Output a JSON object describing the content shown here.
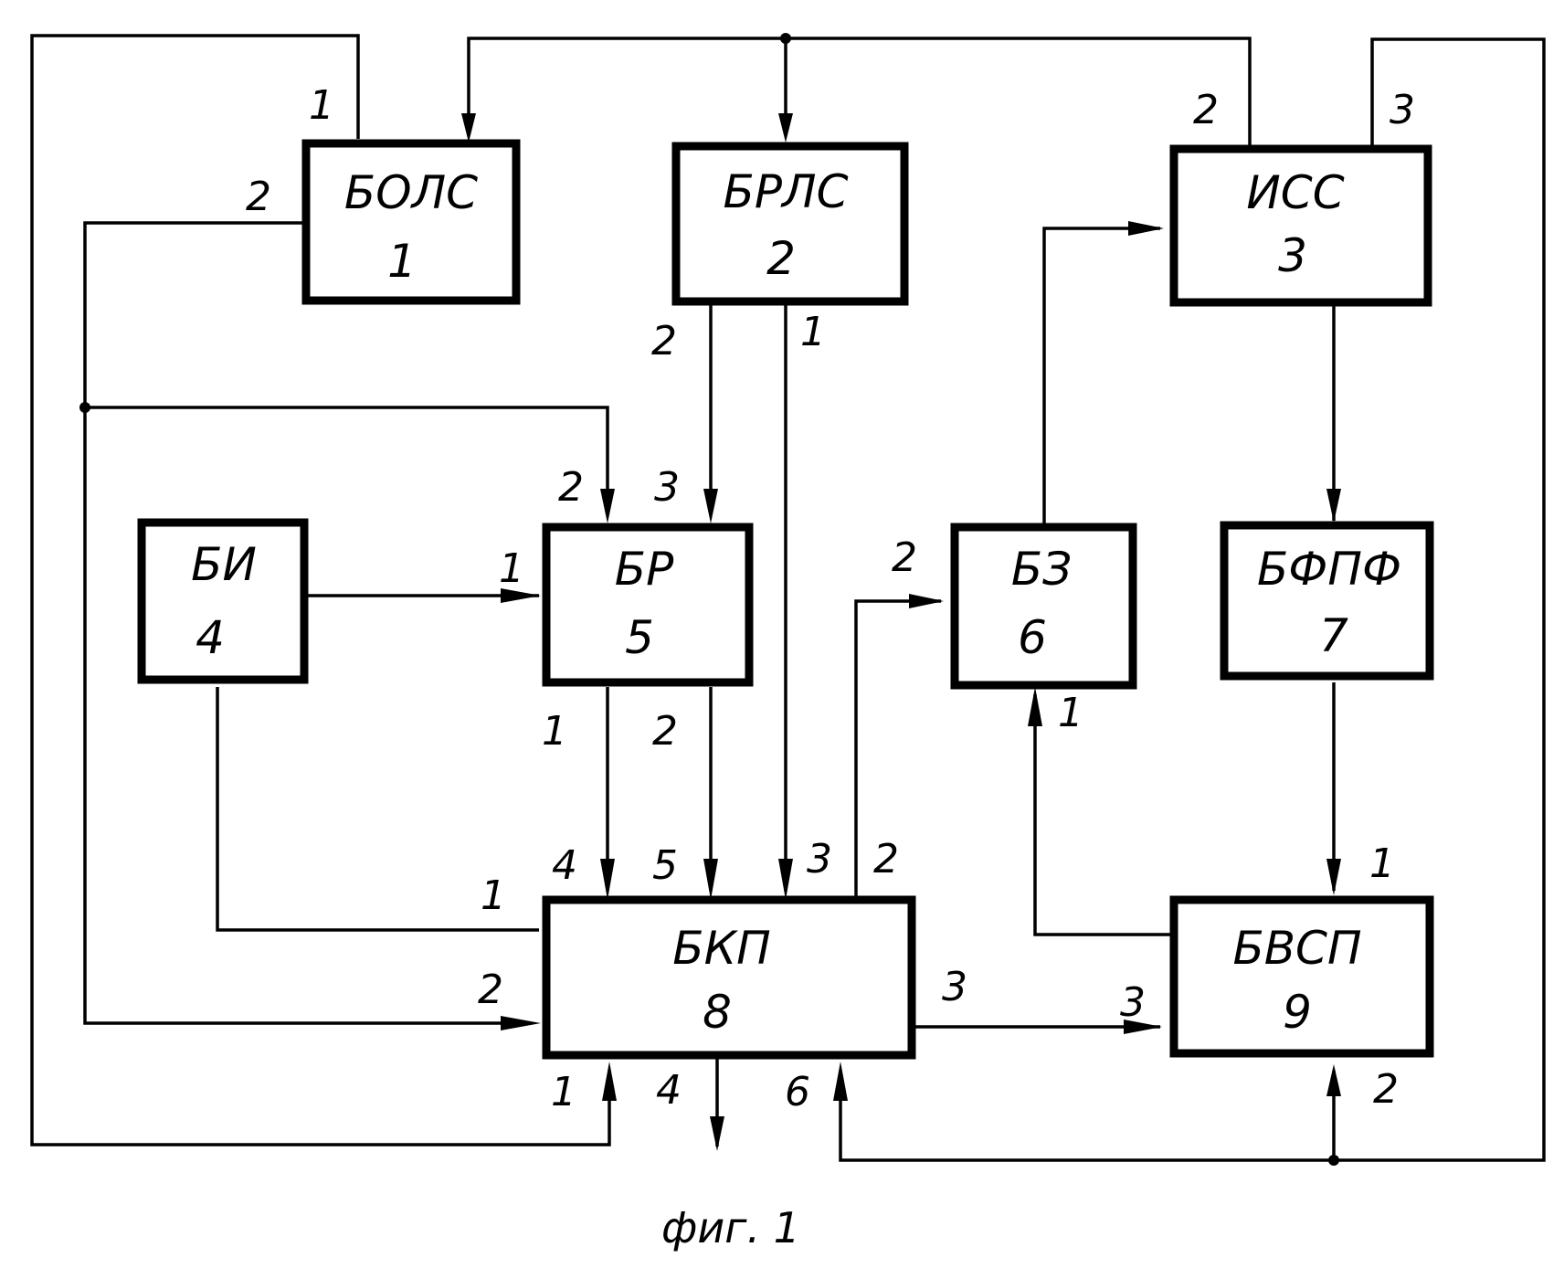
{
  "caption": "фиг. 1",
  "blocks": {
    "bols": {
      "name": "БОЛС",
      "num": "1"
    },
    "brls": {
      "name": "БРЛС",
      "num": "2"
    },
    "iss": {
      "name": "ИСС",
      "num": "3"
    },
    "bi": {
      "name": "БИ",
      "num": "4"
    },
    "br": {
      "name": "БР",
      "num": "5"
    },
    "bz": {
      "name": "БЗ",
      "num": "6"
    },
    "bfpf": {
      "name": "БФПФ",
      "num": "7"
    },
    "bkp": {
      "name": "БКП",
      "num": "8"
    },
    "bvsp": {
      "name": "БВСП",
      "num": "9"
    }
  },
  "ports": {
    "bols_1": "1",
    "bols_2": "2",
    "iss_2": "2",
    "iss_3": "3",
    "brls_out_2": "2",
    "brls_out_1": "1",
    "br_in_2": "2",
    "br_in_3": "3",
    "br_in_1": "1",
    "br_out_1": "1",
    "br_out_2": "2",
    "bz_in_2": "2",
    "bz_in_1": "1",
    "bkp_in_4": "4",
    "bkp_in_5": "5",
    "bkp_in_3": "3",
    "bkp_out_2": "2",
    "bkp_in_1": "1",
    "bkp_in_2": "2",
    "bkp_out_3": "3",
    "bkp_bottom_1": "1",
    "bkp_bottom_4": "4",
    "bkp_bottom_6": "6",
    "bvsp_in_1": "1",
    "bvsp_in_3": "3",
    "bvsp_in_2": "2"
  }
}
